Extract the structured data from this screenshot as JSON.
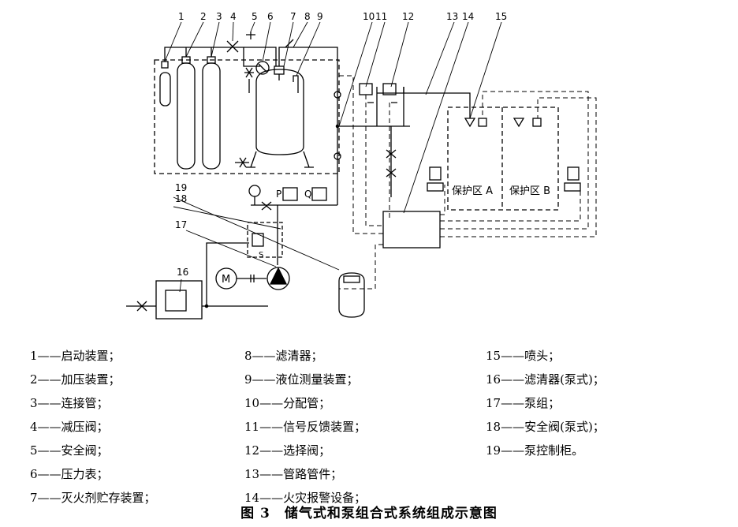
{
  "figure": {
    "caption": "图 3　储气式和泵组合式系统组成示意图",
    "numbers": [
      "1",
      "2",
      "3",
      "4",
      "5",
      "6",
      "7",
      "8",
      "9",
      "10",
      "11",
      "12",
      "13",
      "14",
      "15",
      "16",
      "17",
      "19",
      "18"
    ],
    "labels": {
      "zone_a": "保护区 A",
      "zone_b": "保护区 B",
      "p": "P",
      "q": "Q",
      "s": "S",
      "m": "M"
    }
  },
  "legend": {
    "col1": [
      "1——启动装置；",
      "2——加压装置；",
      "3——连接管；",
      "4——减压阀；",
      "5——安全阀；",
      "6——压力表；",
      "7——灭火剂贮存装置；"
    ],
    "col2": [
      "8——滤清器；",
      "9——液位测量装置；",
      "10——分配管；",
      "11——信号反馈装置；",
      "12——选择阀；",
      "13——管路管件；",
      "14——火灾报警设备；"
    ],
    "col3": [
      "15——喷头；",
      "16——滤清器(泵式)；",
      "17——泵组；",
      "18——安全阀(泵式)；",
      "19——泵控制柜。"
    ]
  }
}
